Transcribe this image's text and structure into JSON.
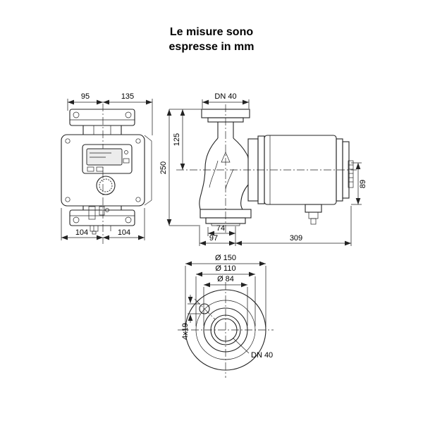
{
  "title": {
    "line1": "Le misure sono",
    "line2": "espresse in mm"
  },
  "front_view": {
    "dim_width_left": "95",
    "dim_width_right": "135",
    "dim_base_left": "104",
    "dim_base_right": "104"
  },
  "side_view": {
    "dim_flange": "DN 40",
    "dim_height_upper": "125",
    "dim_height_total": "250",
    "dim_motor_height": "89",
    "dim_depth_small": "74",
    "dim_depth_mid": "97",
    "dim_depth_motor": "309"
  },
  "flange_view": {
    "dim_outer_diameter": "Ø 150",
    "dim_bolt_circle": "Ø 110",
    "dim_raised_face": "Ø 84",
    "dim_bolt_holes": "4x19",
    "dim_nominal": "DN 40"
  },
  "colors": {
    "background": "#ffffff",
    "line": "#232323",
    "text": "#000000"
  }
}
